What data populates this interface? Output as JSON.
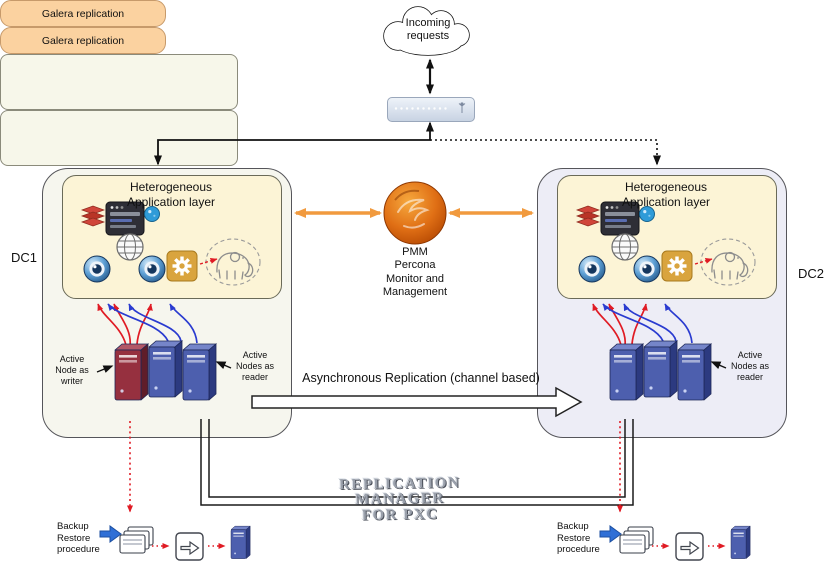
{
  "colors": {
    "dc1-bg": "#f6f6ee",
    "dc2-bg": "#ededf6",
    "applayer-bg": "#fcf4d6",
    "galera-bg": "#fbd2a0",
    "backup-bg": "#f7f7ea",
    "red": "#e01b24",
    "blue": "#2a3bd0",
    "orange": "#f19a3e",
    "pmm-orange": "#d96b12",
    "writer-node": "#96303f",
    "reader-node": "#4d5fae"
  },
  "cloud": {
    "label": "Incoming\nrequests"
  },
  "router": {
    "name": "network-switch"
  },
  "pmm": {
    "label": "PMM\nPercona\nMonitor and\nManagement"
  },
  "async": {
    "label": "Asynchronous Replication (channel based)"
  },
  "stamp": {
    "label": "REPLICATION\nMANAGER\nFOR PXC"
  },
  "dc1": {
    "label": "DC1",
    "app_layer_title": "Heterogeneous\nApplication layer",
    "galera_label": "Galera replication",
    "writer_label": "Active\nNode as\nwriter",
    "reader_label": "Active\nNodes as\nreader",
    "backup_label": "Backup\nRestore\nprocedure"
  },
  "dc2": {
    "label": "DC2",
    "app_layer_title": "Heterogeneous\nApplication layer",
    "galera_label": "Galera replication",
    "reader_label": "Active\nNodes as\nreader",
    "backup_label": "Backup\nRestore\nprocedure"
  },
  "icons": {
    "cloud": "cloud-icon",
    "router": "network-switch-icon",
    "pmm_logo": "pmm-logo-icon",
    "redis": "redis-stack-icon",
    "browser": "browser-window-icon",
    "gem": "blue-gem-icon",
    "globe": "globe-icon",
    "lens": "lens-icon",
    "gear": "gear-icon",
    "elephant": "elephant-sketch-icon",
    "server_writer": "server-tower-writer-icon",
    "server_reader": "server-tower-reader-icon",
    "backup_arrow": "blue-arrow-icon",
    "backup_stack": "document-stack-icon",
    "backup_export": "export-box-icon",
    "backup_server": "server-tower-icon"
  }
}
